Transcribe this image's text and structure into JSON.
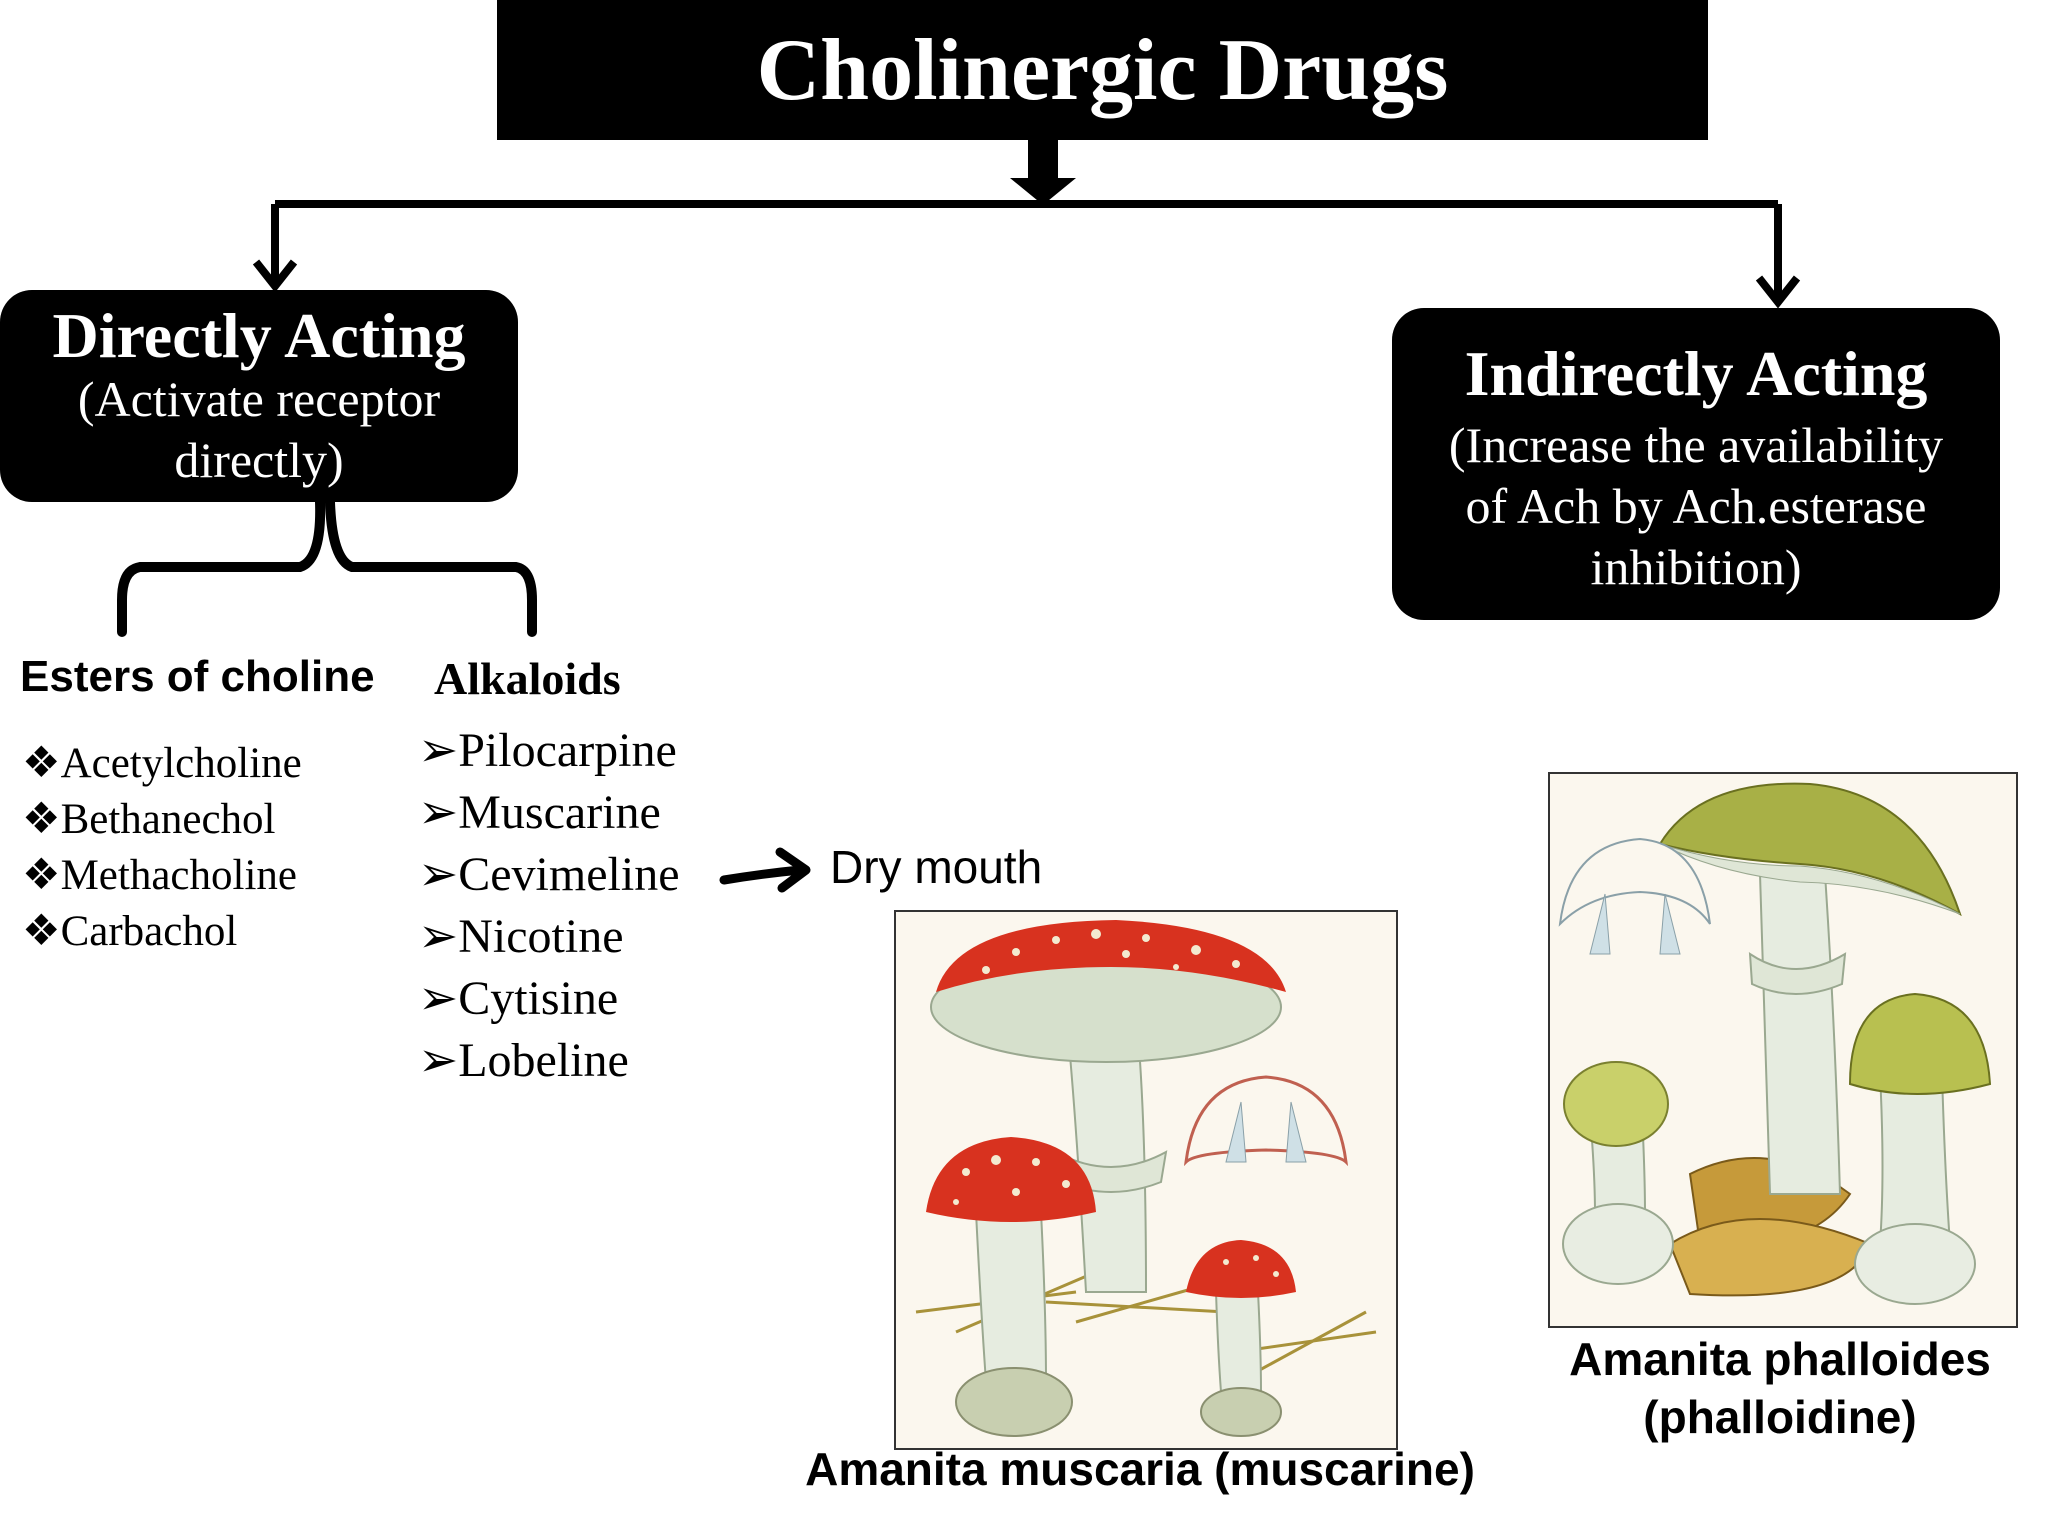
{
  "title": "Cholinergic Drugs",
  "direct": {
    "heading": "Directly Acting",
    "sub": [
      "(Activate receptor",
      "directly)"
    ]
  },
  "indirect": {
    "heading": "Indirectly Acting",
    "sub": [
      "(Increase the availability",
      "of Ach by Ach.esterase",
      "inhibition)"
    ]
  },
  "esters": {
    "heading": "Esters of choline",
    "bullet": "❖",
    "items": [
      "Acetylcholine",
      "Bethanechol",
      "Methacholine",
      "Carbachol"
    ]
  },
  "alkaloids": {
    "heading": "Alkaloids",
    "bullet": "➢",
    "items": [
      "Pilocarpine",
      "Muscarine",
      "Cevimeline",
      "Nicotine",
      "Cytisine",
      "Lobeline"
    ]
  },
  "side_effect": "Dry mouth",
  "captions": {
    "muscaria": "Amanita muscaria (muscarine)",
    "phalloides": [
      "Amanita phalloides",
      "(phalloidine)"
    ]
  },
  "colors": {
    "box": "#000000",
    "box_text": "#ffffff",
    "muscaria_cap": "#d8321f",
    "phalloides_cap": "#a8b046",
    "stem": "#e6ece0"
  }
}
